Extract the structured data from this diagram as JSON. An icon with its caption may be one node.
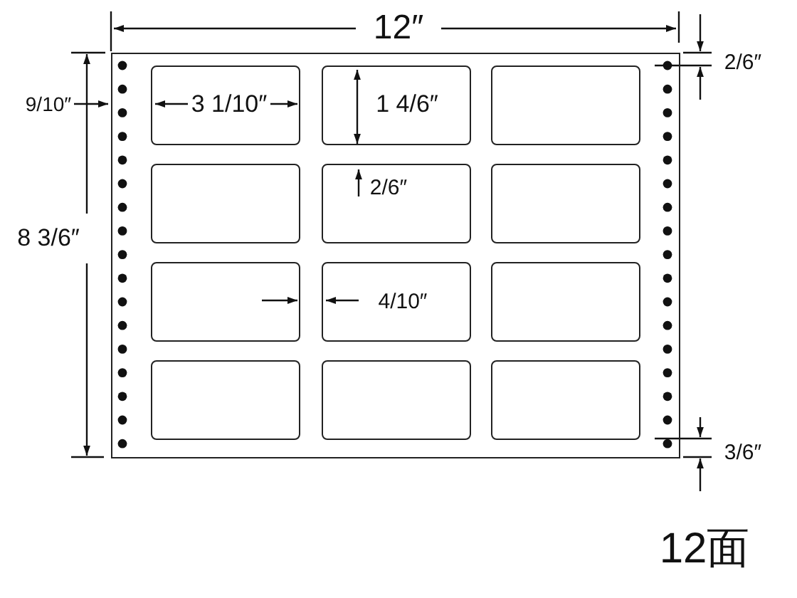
{
  "diagram": {
    "nodes": [
      {
        "text": [],
        "shape": "box"
      },
      {
        "text": [],
        "shape": "box",
        "in": 0
      },
      {
        "text": [],
        "shape": "box",
        "in": 0
      },
      {
        "text": [],
        "shape": "box",
        "in": 0
      },
      {
        "text": [],
        "shape": "box",
        "in": 0
      },
      {
        "text": [],
        "shape": "box",
        "in": 0
      },
      {
        "text": [],
        "shape": "box",
        "in": 0
      },
      {
        "text": [],
        "shape": "box",
        "in": 0
      },
      {
        "text": [],
        "shape": "box",
        "in": 0
      },
      {
        "text": [],
        "shape": "box",
        "in": 0
      },
      {
        "text": [],
        "shape": "box",
        "in": 0
      },
      {
        "text": [],
        "shape": "box",
        "in": 0
      },
      {
        "text": [],
        "shape": "box",
        "in": 0
      }
    ],
    "labels": [
      "12″",
      "2/6″",
      "9/10″",
      "3 1/10″",
      "1 4/6″",
      "8 3/6″",
      "2/6″",
      "4/10″",
      "3/6″",
      "12面"
    ]
  }
}
